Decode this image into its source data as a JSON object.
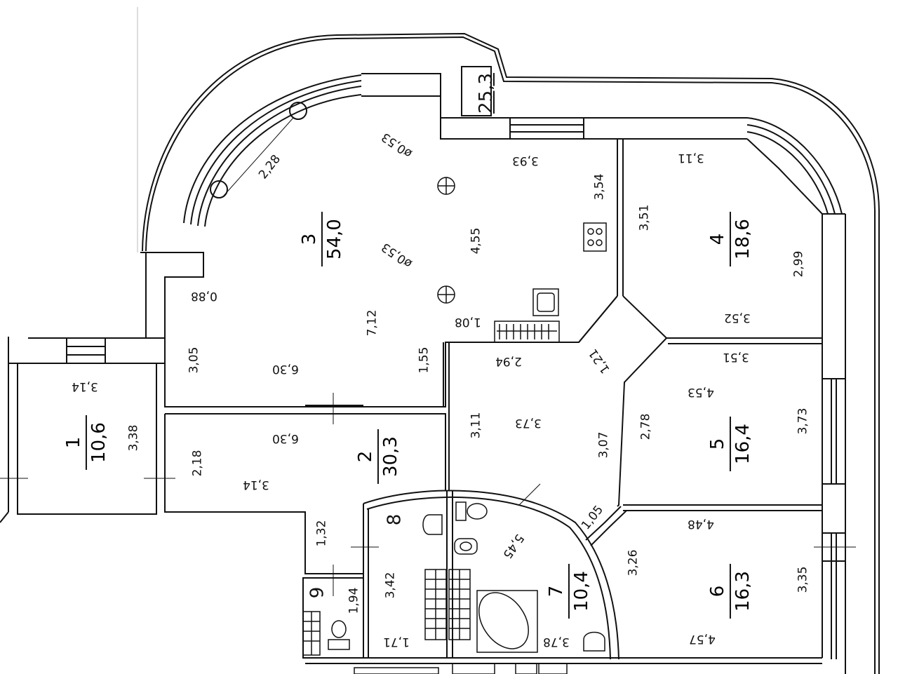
{
  "plan": {
    "rooms": [
      {
        "id": "1",
        "area": "10,6"
      },
      {
        "id": "2",
        "area": "30,3"
      },
      {
        "id": "3",
        "area": "54,0"
      },
      {
        "id": "4",
        "area": "18,6"
      },
      {
        "id": "5",
        "area": "16,4"
      },
      {
        "id": "6",
        "area": "16,3"
      },
      {
        "id": "7",
        "area": "10,4"
      },
      {
        "id": "8",
        "area": ""
      },
      {
        "id": "9",
        "area": ""
      }
    ],
    "balcony_area": "25,3",
    "dimensions": {
      "d_228": "2,28",
      "d_phi053_top": "ø0,53",
      "d_phi053_mid": "ø0,53",
      "d_393": "3,93",
      "d_354": "3,54",
      "d_455": "4,55",
      "d_088": "0,88",
      "d_712": "7,12",
      "d_305": "3,05",
      "d_630_top": "6,30",
      "d_155": "1,55",
      "d_108": "1,08",
      "d_294": "2,94",
      "d_311_top": "3,11",
      "d_351_r4": "3,51",
      "d_299": "2,99",
      "d_352": "3,52",
      "d_121": "1,21",
      "d_351_r5": "3,51",
      "d_453": "4,53",
      "d_278": "2,78",
      "d_373_r5": "3,73",
      "d_311_hall": "3,11",
      "d_373_hall": "3,73",
      "d_307": "3,07",
      "d_314_r1": "3,14",
      "d_338": "3,38",
      "d_630_r2": "6,30",
      "d_218": "2,18",
      "d_314_r2": "3,14",
      "d_132": "1,32",
      "d_342": "3,42",
      "d_194": "1,94",
      "d_171": "1,71",
      "d_545": "5,45",
      "d_105": "1,05",
      "d_326": "3,26",
      "d_448": "4,48",
      "d_335": "3,35",
      "d_457": "4,57",
      "d_378": "3,78"
    }
  }
}
